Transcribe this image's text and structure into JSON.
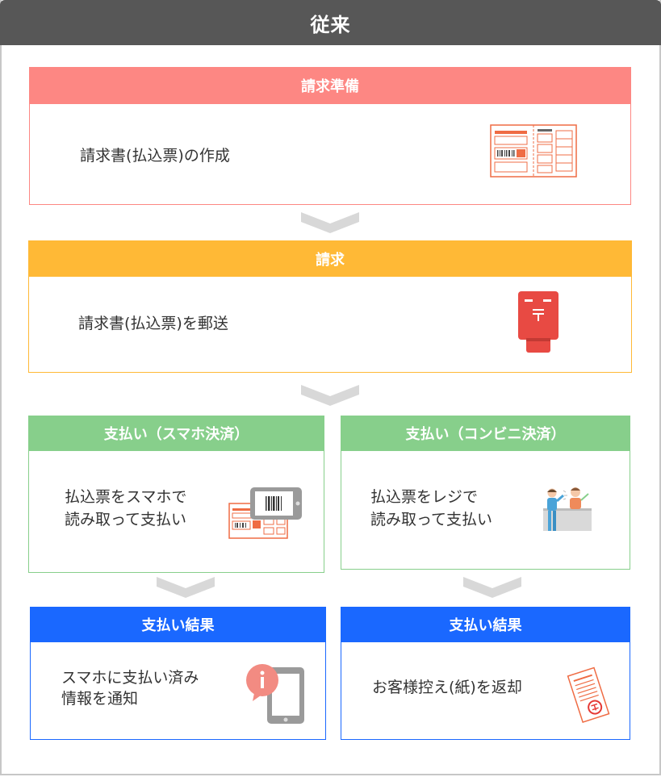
{
  "header": {
    "title": "従来"
  },
  "steps": {
    "prepare": {
      "label": "請求準備",
      "text": "請求書(払込票)の作成",
      "color": "#fd8783"
    },
    "invoice": {
      "label": "請求",
      "text": "請求書(払込票)を郵送",
      "color": "#ffb936"
    },
    "pay_smartphone": {
      "label": "支払い（スマホ決済）",
      "line1": "払込票をスマホで",
      "line2": "読み取って支払い",
      "color": "#87cf8b"
    },
    "pay_convenience": {
      "label": "支払い（コンビニ決済）",
      "line1": "払込票をレジで",
      "line2": "読み取って支払い",
      "color": "#87cf8b"
    },
    "result_smartphone": {
      "label": "支払い結果",
      "line1": "スマホに支払い済み",
      "line2": "情報を通知",
      "color": "#1a68ff"
    },
    "result_convenience": {
      "label": "支払い結果",
      "text": "お客様控え(紙)を返却",
      "color": "#1a68ff"
    }
  },
  "icons": {
    "prepare": "payment-slip-icon",
    "invoice": "mailbox-icon",
    "pay_smartphone": "smartphone-barcode-scan-icon",
    "pay_convenience": "store-register-staff-icon",
    "result_smartphone": "smartphone-notification-icon",
    "result_convenience": "paper-receipt-stamp-icon"
  },
  "colors": {
    "header": "#575757",
    "chevron": "#d8d8d8",
    "icon_accent": "#ef6c44"
  }
}
